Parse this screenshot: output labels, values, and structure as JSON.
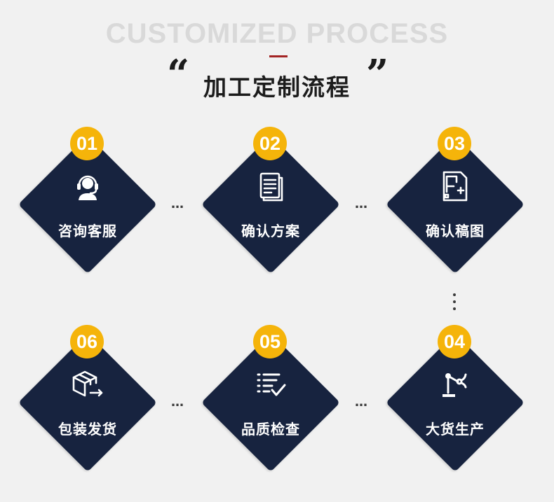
{
  "header": {
    "bg_title": "CUSTOMIZED PROCESS",
    "quote_left": "“",
    "quote_right": "”",
    "main_title": "加工定制流程",
    "accent_color": "#a32424"
  },
  "colors": {
    "diamond": "#17233f",
    "badge": "#f5b40a",
    "background": "#f1f1f1"
  },
  "connector": "…",
  "steps": [
    {
      "number": "01",
      "label": "咨询客服",
      "icon": "customer-service-icon"
    },
    {
      "number": "02",
      "label": "确认方案",
      "icon": "document-icon"
    },
    {
      "number": "03",
      "label": "确认稿图",
      "icon": "blueprint-icon"
    },
    {
      "number": "04",
      "label": "大货生产",
      "icon": "robot-arm-icon"
    },
    {
      "number": "05",
      "label": "品质检查",
      "icon": "checklist-icon"
    },
    {
      "number": "06",
      "label": "包装发货",
      "icon": "package-icon"
    }
  ]
}
